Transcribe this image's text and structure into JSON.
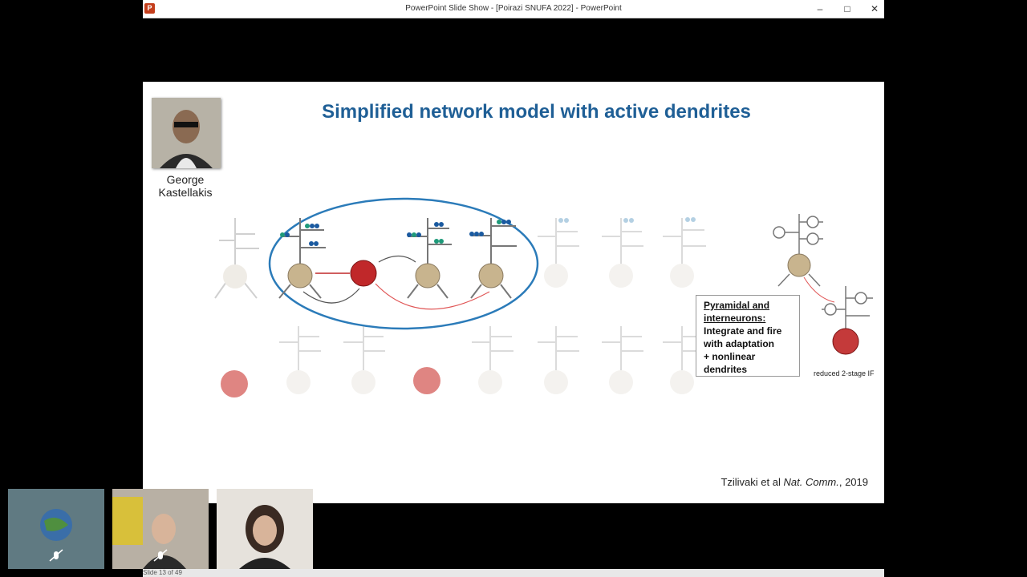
{
  "window": {
    "title": "PowerPoint Slide Show - [Poirazi SNUFA 2022] - PowerPoint",
    "app_icon_letter": "P",
    "minimize_symbol": "–",
    "maximize_symbol": "□",
    "close_symbol": "✕"
  },
  "slide": {
    "title": "Simplified network model with active dendrites",
    "speaker": {
      "first_name": "George",
      "last_name": "Kastellakis"
    },
    "infobox": {
      "heading_line1": "Pyramidal and",
      "heading_line2": "interneurons:",
      "line3": "Integrate and fire",
      "line4": "with adaptation",
      "line5": "+ nonlinear",
      "line6": "dendrites"
    },
    "reduced_label": "reduced 2-stage IF",
    "citation": {
      "authors": "Tzilivaki et al",
      "journal": "Nat. Comm.",
      "year": "2019"
    }
  },
  "statusbar": {
    "slide_counter": "Slide 13 of 49"
  },
  "colors": {
    "title_blue": "#1f5f96",
    "soma_tan": "#c8b48e",
    "soma_faded": "#eeeae2",
    "interneuron_red": "#c0282a",
    "ellipse_blue": "#2b7bb9"
  },
  "icons": [
    "powerpoint-icon",
    "minimize-icon",
    "maximize-icon",
    "close-icon",
    "mic-muted-icon"
  ]
}
